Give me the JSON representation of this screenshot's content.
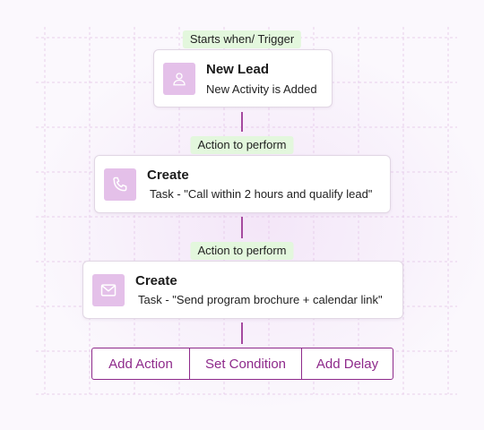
{
  "trigger": {
    "tag": "Starts when/ Trigger",
    "title": "New Lead",
    "subtitle": "New Activity is Added",
    "icon": "person-icon"
  },
  "steps": [
    {
      "tag": "Action to perform",
      "title": "Create",
      "subtitle": "Task - \"Call within 2 hours and qualify lead\"",
      "icon": "phone-icon"
    },
    {
      "tag": "Action to perform",
      "title": "Create",
      "subtitle": "Task - \"Send program brochure + calendar link\"",
      "icon": "mail-icon"
    }
  ],
  "actions": {
    "add_action": "Add Action",
    "set_condition": "Set Condition",
    "add_delay": "Add Delay"
  },
  "colors": {
    "accent": "#8e2a8b",
    "tag_bg": "#e3f7dd",
    "icon_bg": "#e4c0e9"
  }
}
